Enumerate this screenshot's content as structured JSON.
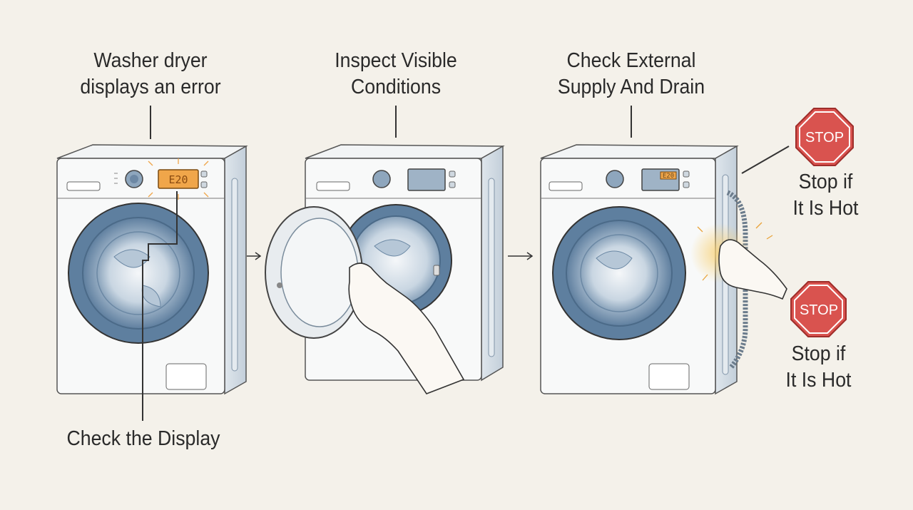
{
  "steps": [
    {
      "label_line1": "Washer dryer",
      "label_line2": "displays an error"
    },
    {
      "label_line1": "Inspect Visible",
      "label_line2": "Conditions"
    },
    {
      "label_line1": "Check External",
      "label_line2": "Supply And Drain"
    }
  ],
  "callouts": {
    "check_display": "Check the Display",
    "hot_warning_1": {
      "line1": "Stop if",
      "line2": "It Is Hot"
    },
    "hot_warning_2": {
      "line1": "Stop if",
      "line2": "It Is Hot"
    }
  },
  "signs": {
    "stop_1": "STOP",
    "stop_2": "STOP"
  },
  "displays": {
    "error_code": "E20",
    "small_code": "E20"
  },
  "arrows": {
    "arrow_1": "→",
    "arrow_2": "→"
  },
  "colors": {
    "background": "#f4f1ea",
    "drum_blue": "#6f8fae",
    "display_orange": "#f0a64a",
    "stop_red": "#d9534f",
    "heat_glow": "#f5c66b"
  },
  "icons": [
    "washer-dryer-icon",
    "hand-icon",
    "stop-sign-icon",
    "arrow-right-icon"
  ]
}
